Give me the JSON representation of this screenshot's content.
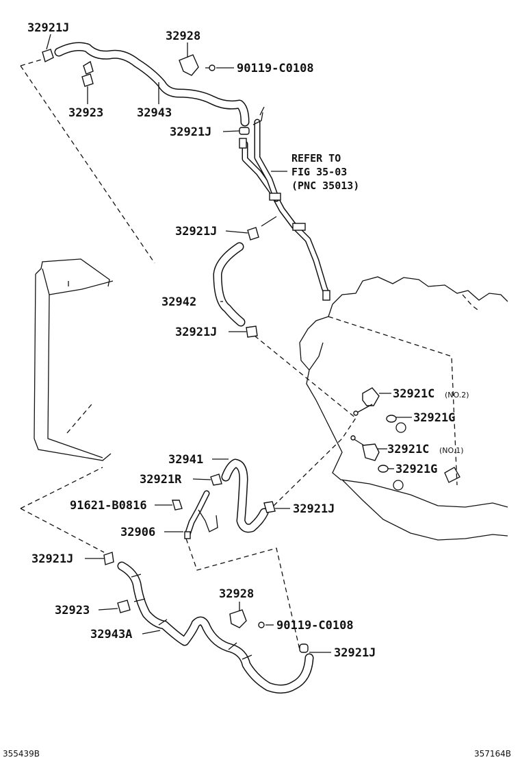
{
  "labels": {
    "p32921J_a": "32921J",
    "p32928_a": "32928",
    "p90119_a": "90119-C0108",
    "p32923_a": "32923",
    "p32943": "32943",
    "p32921J_b": "32921J",
    "refer_line1": "REFER TO",
    "refer_line2": "FIG 35-03",
    "refer_line3": "(PNC 35013)",
    "p32921J_c": "32921J",
    "p32942": "32942",
    "p32921J_d": "32921J",
    "p32921C_no2": "32921C",
    "p32921C_no2_suffix": "(NO.2)",
    "p32921G_a": "32921G",
    "p32921C_no1": "32921C",
    "p32921C_no1_suffix": "(NO.1)",
    "p32921G_b": "32921G",
    "p32941": "32941",
    "p32921R": "32921R",
    "p91621": "91621-B0816",
    "p32921J_e": "32921J",
    "p32906": "32906",
    "p32921J_f": "32921J",
    "p32923_b": "32923",
    "p32928_b": "32928",
    "p32943A": "32943A",
    "p90119_b": "90119-C0108",
    "p32921J_g": "32921J"
  },
  "footer": {
    "left_code": "355439B",
    "right_code": "357164B"
  }
}
